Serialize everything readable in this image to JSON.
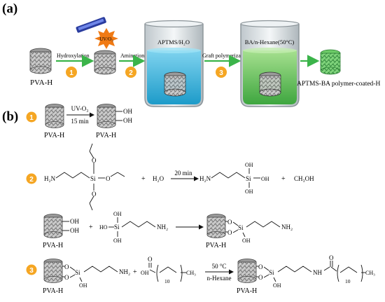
{
  "panel_a": {
    "label": "(a)",
    "sponge1_label": "PVA-H",
    "uv_label": "UV/O₃",
    "step1_text": "Hydroxylation",
    "step2_text": "Amination",
    "beaker1_label": "APTMS/H₂O",
    "step3_text": "Graft polymerization",
    "beaker2_label": "BA/n-Hexane(50°C)",
    "final_label": "APTMS-BA polymer-coated-H",
    "step_numbers": [
      "1",
      "2",
      "3"
    ],
    "colors": {
      "step_badge": "#f5a623",
      "arrow": "#3bb44a",
      "water": "#28a9d6",
      "hexane": "#49b848",
      "uv_lamp": "#3a4fc0",
      "uv_burst": "#f07a14"
    }
  },
  "panel_b": {
    "label": "(b)",
    "row1": {
      "badge": "1",
      "reactant": "PVA-H",
      "arrow_top": "UV-O₃",
      "arrow_bottom": "15 min",
      "product": "PVA-H",
      "oh_1": "OH",
      "oh_2": "OH"
    },
    "row2": {
      "badge": "2",
      "h2n": "H₂N",
      "si": "Si",
      "o": "O",
      "plus1": "+",
      "water": "H₂O",
      "arrow_top": "20 min",
      "h2n2": "H₂N",
      "si2": "Si",
      "oh": "OH",
      "plus2": "+",
      "methanol": "CH₃OH"
    },
    "row3": {
      "oh_1": "OH",
      "oh_2": "OH",
      "reactant": "PVA-H",
      "plus": "+",
      "ho": "HO",
      "si": "Si",
      "oh": "OH",
      "nh2": "NH₂",
      "o": "O",
      "product": "PVA-H"
    },
    "row4": {
      "badge": "3",
      "o": "O",
      "si": "Si",
      "oh": "OH",
      "nh2": "NH₂",
      "plus": "+",
      "reactant": "PVA-H",
      "acid_o": "O",
      "acid_oh": "OH",
      "acid_n": "10",
      "acid_ch3": "CH₃",
      "arrow_top": "50 °C",
      "arrow_bottom": "n-Hexane",
      "nh": "NH",
      "product": "PVA-H"
    }
  }
}
